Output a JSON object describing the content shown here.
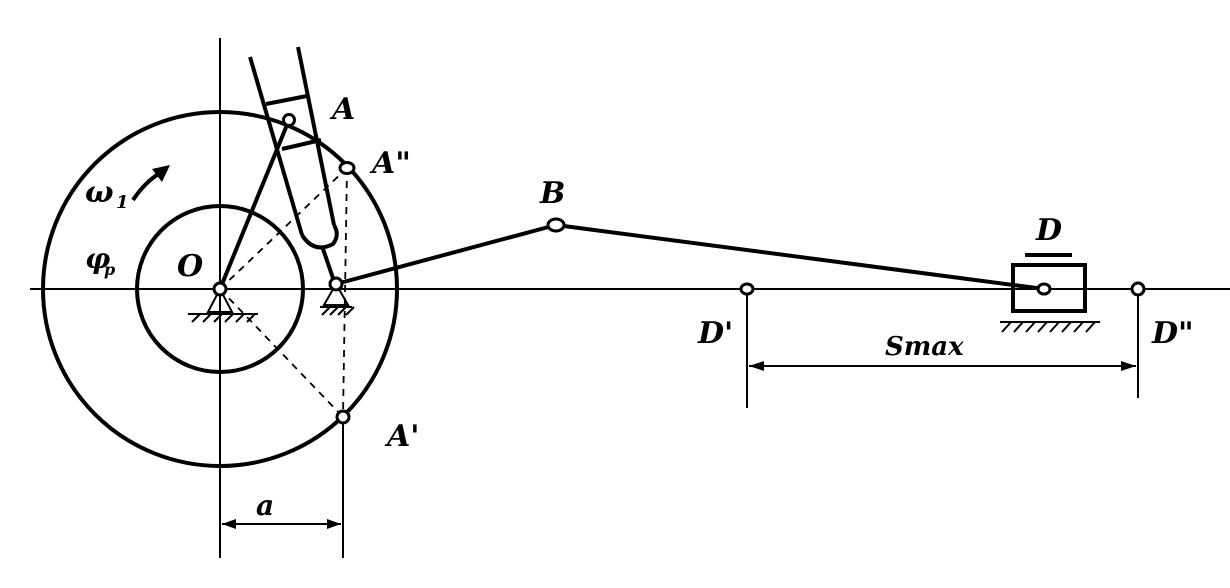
{
  "labels": {
    "O": "O",
    "A": "A",
    "A_double_prime": "A\"",
    "A_prime": "A'",
    "B": "B",
    "D": "D",
    "D_prime": "D'",
    "D_double_prime": "D\"",
    "omega": "ω",
    "omega_sub": "1",
    "phi": "φ",
    "phi_sub": "p",
    "a": "a",
    "s_max": "Smax"
  },
  "colors": {
    "ink": "#000000",
    "paper": "#ffffff"
  }
}
